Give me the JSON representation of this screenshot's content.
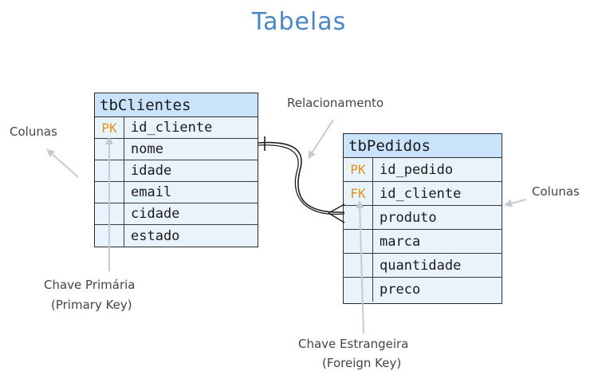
{
  "title": "Tabelas",
  "tables": {
    "clientes": {
      "name": "tbClientes",
      "rows": [
        {
          "key": "PK",
          "column": "id_cliente"
        },
        {
          "key": "",
          "column": "nome"
        },
        {
          "key": "",
          "column": "idade"
        },
        {
          "key": "",
          "column": "email"
        },
        {
          "key": "",
          "column": "cidade"
        },
        {
          "key": "",
          "column": "estado"
        }
      ]
    },
    "pedidos": {
      "name": "tbPedidos",
      "rows": [
        {
          "key": "PK",
          "column": "id_pedido"
        },
        {
          "key": "FK",
          "column": "id_cliente"
        },
        {
          "key": "",
          "column": "produto"
        },
        {
          "key": "",
          "column": "marca"
        },
        {
          "key": "",
          "column": "quantidade"
        },
        {
          "key": "",
          "column": "preco"
        }
      ]
    }
  },
  "annotations": {
    "colunas_left": "Colunas",
    "colunas_right": "Colunas",
    "relacionamento": "Relacionamento",
    "chave_primaria_line1": "Chave Primária",
    "chave_primaria_line2": "(Primary Key)",
    "chave_estrangeira_line1": "Chave Estrangeira",
    "chave_estrangeira_line2": "(Foreign Key)"
  },
  "colors": {
    "title": "#4a86c5",
    "header_fill": "#c9e4fa",
    "body_fill": "#e8f3fc",
    "key_text": "#e3921b",
    "arrow": "#c4cbd2"
  }
}
